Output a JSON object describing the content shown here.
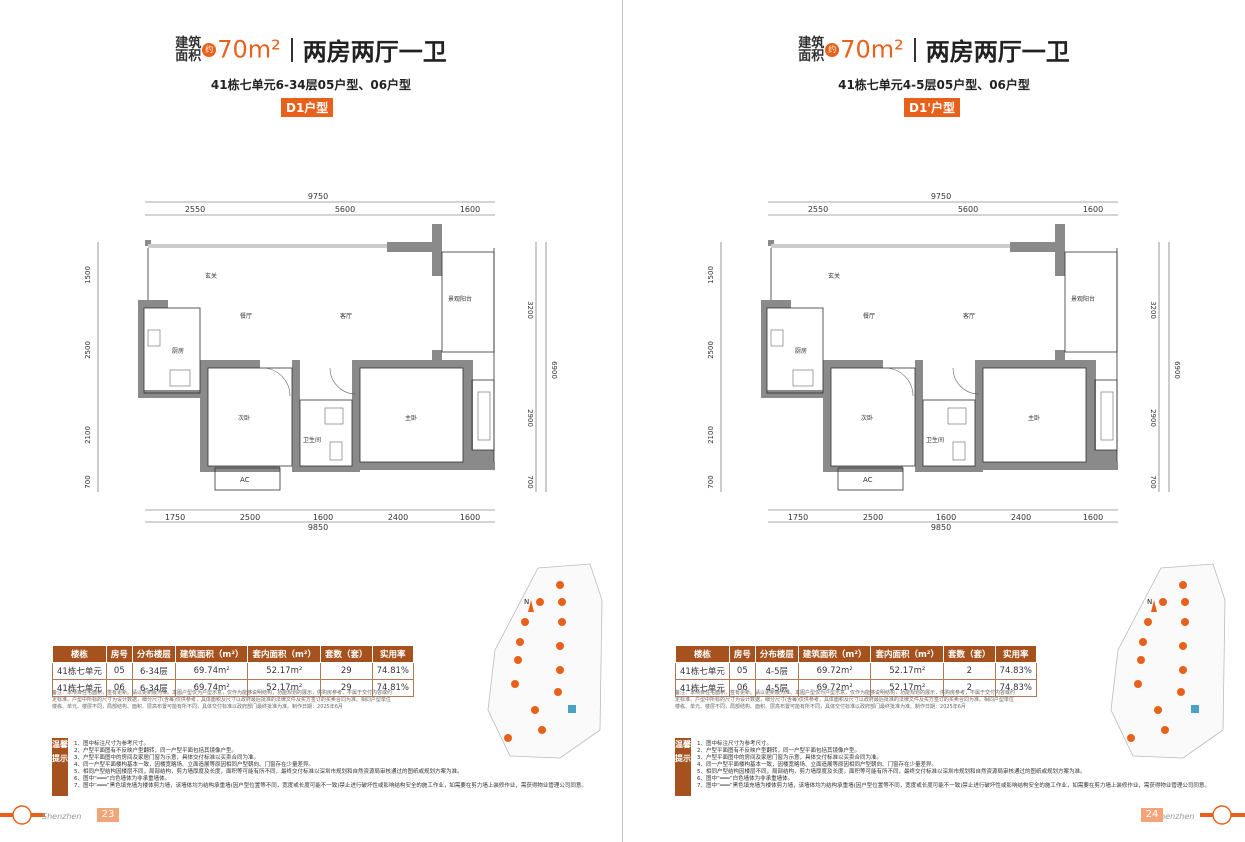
{
  "pages": [
    {
      "title": {
        "line1": "建筑",
        "line2": "面积",
        "about": "约",
        "area": "70m²",
        "rooms": "两房两厅一卫"
      },
      "units": "41栋七单元6-34层05户型、06户型",
      "badge": "D1户型",
      "dims": {
        "top_total": "9750",
        "top": [
          "2550",
          "5600",
          "1600"
        ],
        "bottom_total": "9850",
        "bottom": [
          "1750",
          "2500",
          "1600",
          "2400",
          "1600"
        ],
        "left": [
          "1500",
          "2500",
          "2100",
          "700"
        ],
        "right": [
          "3200",
          "2900",
          "700"
        ],
        "right_total": "6900"
      },
      "rooms": {
        "foyer": "玄关",
        "dining": "餐厅",
        "living": "客厅",
        "balcony": "景观阳台",
        "kitchen": "厨房",
        "bedroom2": "次卧",
        "bath": "卫生间",
        "master": "主卧",
        "ac": "AC"
      },
      "table": {
        "headers": [
          "楼栋",
          "房号",
          "分布楼层",
          "建筑面积（m²）",
          "套内面积（m²）",
          "套数（套）",
          "实用率"
        ],
        "rows": [
          [
            "41栋七单元",
            "05",
            "6-34层",
            "69.74m²",
            "52.17m²",
            "29",
            "74.81%"
          ],
          [
            "41栋七单元",
            "06",
            "6-34层",
            "69.74m²",
            "52.17m²",
            "29",
            "74.81%"
          ]
        ]
      },
      "note": "备注：本项目住宅面积，签有更新。请以更新版为准。本图户型仅为户型示意，仅作为能够说明结构，功能规划的展示，供购房参考，不属于交付内容或约定标准。户型中所标的尺寸为设计数据，细分尺寸(含每)仅供参考，具体面积及尺寸以政府最后批准的法律文件及买方签订的买卖合同为准。相同户型单位楼栋、单元、楼层不同，局部结构、面积、层高布置可能有所不同，具体交付标准以政府部门最终批准为准。制作日期：2025年6月",
      "tips": {
        "tag": "温馨提示",
        "lines": [
          "1、图中标注尺寸为参考尺寸。",
          "2、户型平面图有不反映户型翻转，同一户型平面包括其镜像户型。",
          "3、户型平面图中的房间及家居门窗为示意，具体交付标准以买卖合同为准。",
          "4、同一户型平面楼构基本一致，因楼宽略场、立面造展等原因相同户型朝向、门窗存在少量差异。",
          "5、相同户型结构因楼层不同，局部结构，剪力墙厚度及长度，面积等可能有所不同，最终交付标准以深圳市规划和自然资源局审核通过的图纸或规划方案为准。",
          "6、图中“━━━”白色墙体为非承重墙体。",
          "7、图中“━━━”黑色填充墙为楼体剪力墙，该墙体均为结构承重墙(因户型位置等不同，宽度或长度可能不一致)禁止进行破坏性或影响结构安全的施工作业，如需要在剪力墙上装修作业，需获得物业管理公司同意。"
        ]
      },
      "page_number": "23",
      "brand": "Shenzhen"
    },
    {
      "title": {
        "line1": "建筑",
        "line2": "面积",
        "about": "约",
        "area": "70m²",
        "rooms": "两房两厅一卫"
      },
      "units": "41栋七单元4-5层05户型、06户型",
      "badge": "D1'户型",
      "dims": {
        "top_total": "9750",
        "top": [
          "2550",
          "5600",
          "1600"
        ],
        "bottom_total": "9850",
        "bottom": [
          "1750",
          "2500",
          "1600",
          "2400",
          "1600"
        ],
        "left": [
          "1500",
          "2500",
          "2100",
          "700"
        ],
        "right": [
          "3200",
          "2900",
          "700"
        ],
        "right_total": "6900"
      },
      "rooms": {
        "foyer": "玄关",
        "dining": "餐厅",
        "living": "客厅",
        "balcony": "景观阳台",
        "kitchen": "厨房",
        "bedroom2": "次卧",
        "bath": "卫生间",
        "master": "主卧",
        "ac": "AC"
      },
      "table": {
        "headers": [
          "楼栋",
          "房号",
          "分布楼层",
          "建筑面积（m²）",
          "套内面积（m²）",
          "套数（套）",
          "实用率"
        ],
        "rows": [
          [
            "41栋七单元",
            "05",
            "4-5层",
            "69.72m²",
            "52.17m²",
            "2",
            "74.83%"
          ],
          [
            "41栋七单元",
            "06",
            "4-5层",
            "69.72m²",
            "52.17m²",
            "2",
            "74.83%"
          ]
        ]
      },
      "note": "备注：本项目住宅面积，签有更新。请以更新版为准。本图户型仅为户型示意，仅作为能够说明结构，功能规划的展示，供购房参考，不属于交付内容或约定标准。户型中所标的尺寸为设计数据，细分尺寸(含每)仅供参考，具体面积及尺寸以政府最后批准的法律文件及买方签订的买卖合同为准。相同户型单位楼栋、单元、楼层不同，局部结构、面积、层高布置可能有所不同，具体交付标准以政府部门最终批准为准。制作日期：2025年6月",
      "tips": {
        "tag": "温馨提示",
        "lines": [
          "1、图中标注尺寸为参考尺寸。",
          "2、户型平面图有不反映户型翻转，同一户型平面包括其镜像户型。",
          "3、户型平面图中的房间及家居门窗为示意，具体交付标准以买卖合同为准。",
          "4、同一户型平面楼构基本一致，因楼宽略场、立面造展等原因相同户型朝向、门窗存在少量差异。",
          "5、相同户型结构因楼层不同，局部结构，剪力墙厚度及长度，面积等可能有所不同，最终交付标准以深圳市规划和自然资源局审核通过的图纸或规划方案为准。",
          "6、图中“━━━”白色墙体为非承重墙体。",
          "7、图中“━━━”黑色填充墙为楼体剪力墙，该墙体均为结构承重墙(因户型位置等不同，宽度或长度可能不一致)禁止进行破坏性或影响结构安全的施工作业，如需要在剪力墙上装修作业，需获得物业管理公司同意。"
        ]
      },
      "page_number": "24",
      "brand": "Shenzhen"
    }
  ],
  "compass": "N",
  "colors": {
    "accent": "#e8611a",
    "table_header": "#a5521f",
    "wall": "#8a8a8a"
  }
}
